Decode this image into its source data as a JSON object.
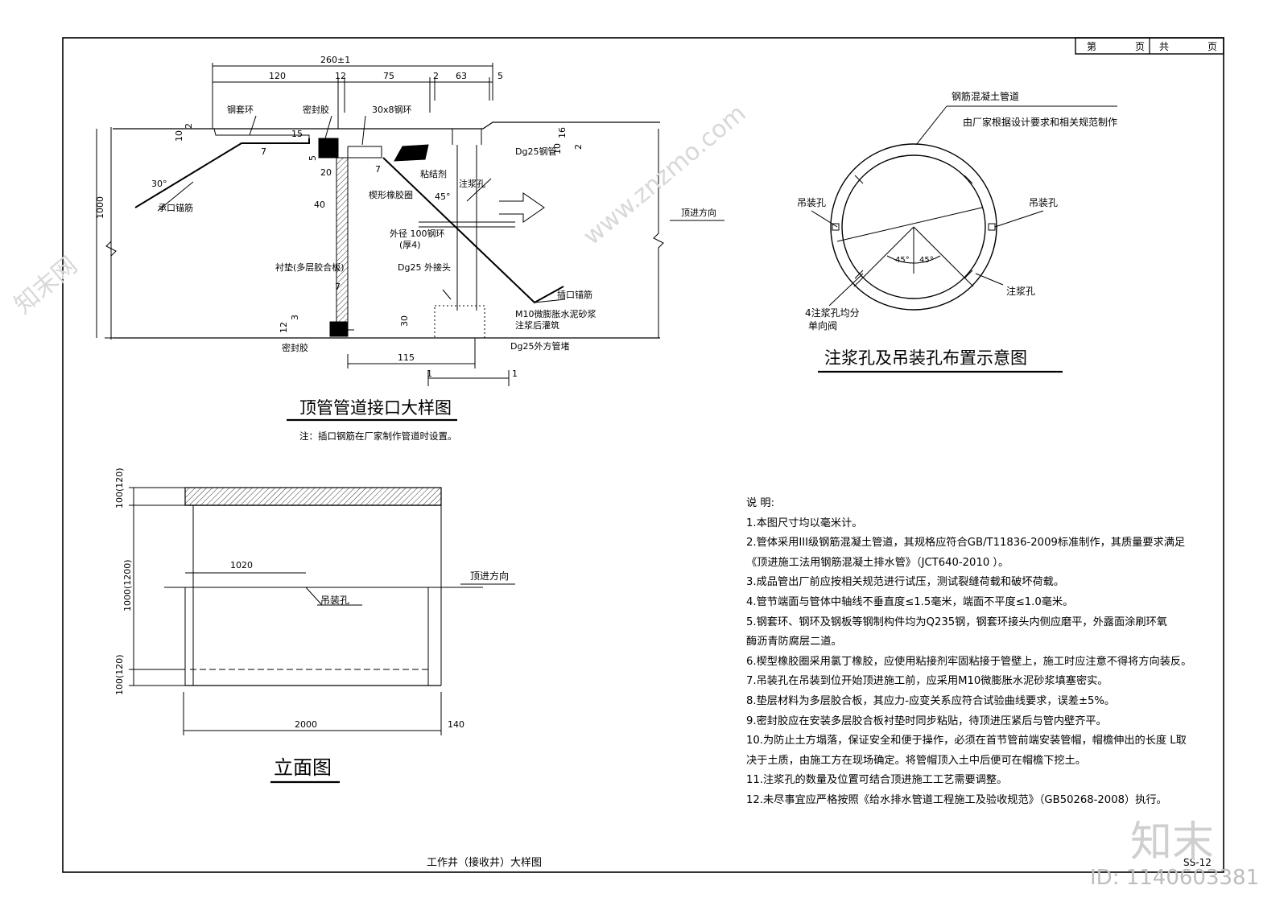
{
  "title_block": {
    "page_no_label": "第",
    "page_unit": "页",
    "total_label": "共",
    "total_unit": "页"
  },
  "drawing_no": "SS-12",
  "joint_detail": {
    "title": "顶管管道接口大样图",
    "note": "注：插口钢筋在厂家制作管道时设置。",
    "dims": {
      "total": "260±1",
      "d120": "120",
      "d12": "12",
      "d75": "75",
      "d2": "2",
      "d63": "63",
      "d5": "5",
      "d15": "15",
      "d20": "20",
      "d40": "40",
      "d115": "115",
      "d1000": "1000",
      "d30": "30",
      "d7a": "7",
      "d7b": "7",
      "d7c": "7",
      "d10a": "10",
      "d2a": "2",
      "d5a": "5",
      "d16": "16",
      "d10b": "10",
      "d2b": "2",
      "d12b": "12",
      "d3": "3",
      "ang30": "30°",
      "ang45": "45°",
      "one_a": "1",
      "one_b": "1"
    },
    "labels": {
      "steel_ring": "钢套环",
      "sealant_top": "密封胶",
      "ring30x8": "30x8钢环",
      "dg25_pipe": "Dg25钢管",
      "adhesive": "粘结剂",
      "wedge_rubber": "楔形橡胶圈",
      "grout_hole": "注浆孔",
      "socket_rebar": "承口锚筋",
      "outer_ring": "外径 100钢环",
      "outer_ring_thk": "(厚4)",
      "liner": "衬垫(多层胶合板)",
      "dg25_joint": "Dg25 外接头",
      "spigot_rebar": "插口锚筋",
      "m10_mortar": "M10微膨胀水泥砂浆",
      "grout_after": "注浆后灌筑",
      "dg25_plug": "Dg25外方管堵",
      "sealant_bottom": "密封胶",
      "jacking_dir": "顶进方向"
    }
  },
  "hole_layout": {
    "title": "注浆孔及吊装孔布置示意图",
    "rc_pipe": "钢筋混凝土管道",
    "maker_note": "由厂家根据设计要求和相关规范制作",
    "lift_hole_left": "吊装孔",
    "lift_hole_right": "吊装孔",
    "grout_hole": "注浆孔",
    "four_holes": "4注浆孔均分",
    "check_valve": "单向阀",
    "ang_a": "45°",
    "ang_b": "45°"
  },
  "elevation": {
    "title": "立面图",
    "d100_120_top": "100(120)",
    "d1000_1200": "1000(1200)",
    "d100_120_bot": "100(120)",
    "d1020": "1020",
    "lift_hole": "吊装孔",
    "jacking_dir": "顶进方向",
    "d2000": "2000",
    "d140": "140"
  },
  "pit_caption": "工作井（接收井）大样图",
  "notes": {
    "heading": "说  明:",
    "lines": [
      "1.本图尺寸均以毫米计。",
      "2.管体采用III级钢筋混凝土管道，其规格应符合GB/T11836-2009标准制作，其质量要求满足",
      "《顶进施工法用钢筋混凝土排水管》（JCT640-2010 ）。",
      "3.成品管出厂前应按相关规范进行试压，测试裂缝荷载和破坏荷载。",
      "4.管节端面与管体中轴线不垂直度≤1.5毫米，端面不平度≤1.0毫米。",
      "5.钢套环、钢环及钢板等钢制构件均为Q235钢，钢套环接头内侧应磨平，外露面涂刷环氧",
      "酶沥青防腐层二道。",
      "6.楔型橡胶圈采用氯丁橡胶，应使用粘接剂牢固粘接于管壁上，施工时应注意不得将方向装反。",
      "7.吊装孔在吊装到位开始顶进施工前，应采用M10微膨胀水泥砂浆填塞密实。",
      "8.垫层材料为多层胶合板，其应力-应变关系应符合试验曲线要求，误差±5%。",
      "9.密封胶应在安装多层胶合板衬垫时同步粘贴，待顶进压紧后与管内壁齐平。",
      "10.为防止土方塌落，保证安全和便于操作，必须在首节管前端安装管帽，帽檐伸出的长度 L取",
      "决于土质，由施工方在现场确定。将管帽顶入土中后便可在帽檐下挖土。",
      "11.注浆孔的数量及位置可结合顶进施工工艺需要调整。",
      "12.未尽事宜应严格按照《给水排水管道工程施工及验收规范》（GB50268-2008）执行。"
    ]
  },
  "watermark": {
    "brand": "知末",
    "id": "ID: 1140603381",
    "site": "www.znzmo.com",
    "cn": "知末网"
  }
}
